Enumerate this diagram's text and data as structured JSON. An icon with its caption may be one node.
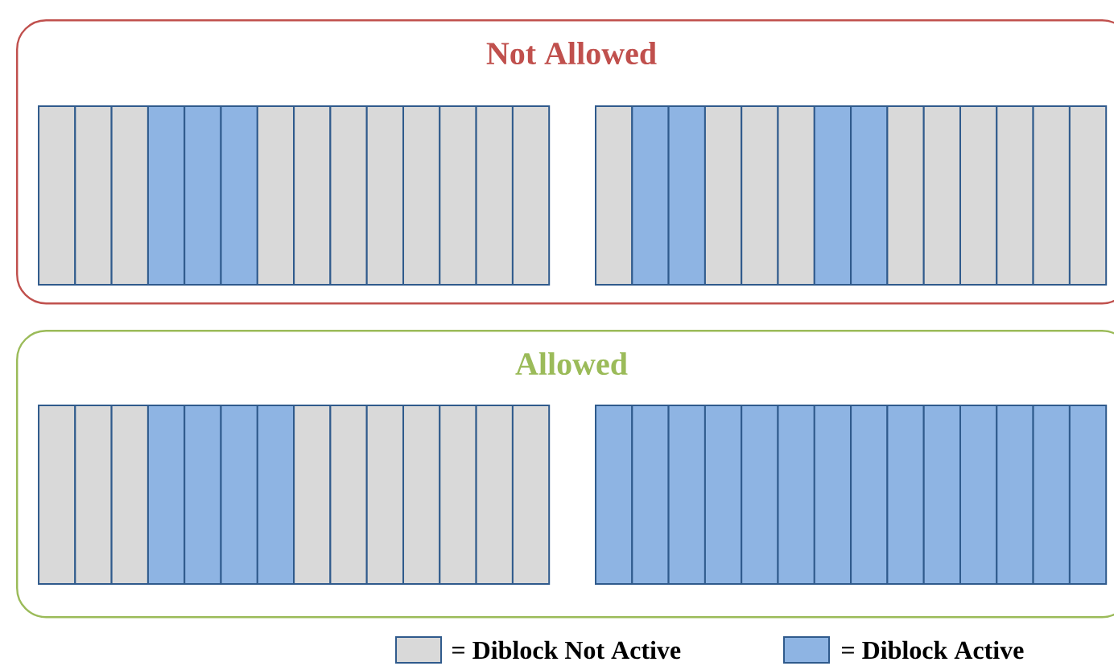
{
  "diagram": {
    "nodes": [
      {
        "text": [
          "Not Allowed"
        ]
      },
      {
        "text": [
          "Allowed"
        ]
      }
    ],
    "legend": [
      {
        "text": "= Diblock Not Active",
        "color": "#d9d9d9"
      },
      {
        "text": "= Diblock Active",
        "color": "#8eb4e3"
      }
    ]
  }
}
